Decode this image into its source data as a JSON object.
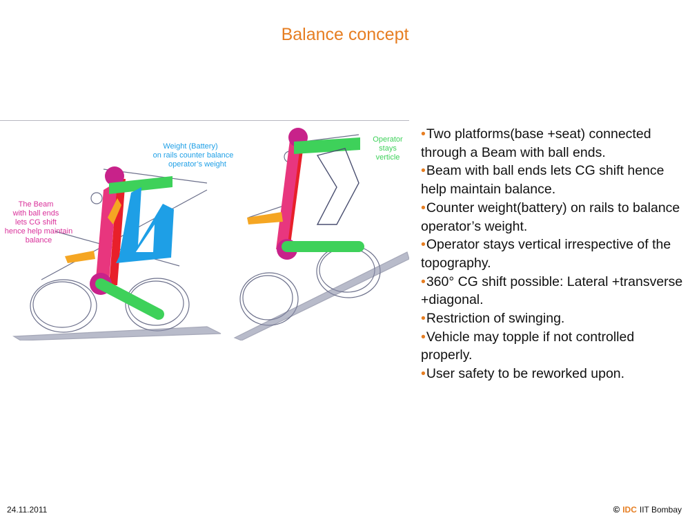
{
  "slide": {
    "title": "Balance concept",
    "bullets": [
      "Two platforms(base +seat) connected through a  Beam with ball ends.",
      "Beam with ball ends lets CG shift hence help maintain balance.",
      "Counter weight(battery) on rails to balance operator’s weight.",
      "Operator stays vertical irrespective of the  topography.",
      "360° CG shift possible: Lateral +transverse +diagonal.",
      "Restriction of swinging.",
      "Vehicle may topple if not controlled properly.",
      "User safety to be reworked upon."
    ],
    "bullet_char": "•",
    "accent_color": "#e67e22"
  },
  "sketch": {
    "label_beam": [
      "The Beam",
      "with ball ends",
      "lets CG shift",
      "hence help maintain",
      "balance"
    ],
    "label_weight": [
      "Weight (Battery)",
      "on rails counter balance",
      "operator’s weight"
    ],
    "label_operator": [
      "Operator",
      "stays",
      "verticle"
    ],
    "colors": {
      "beam": "#e8367e",
      "battery": "#1e9fe6",
      "platform": "#3ed15a",
      "seat": "#f5a623",
      "frame_red": "#e8202a",
      "beam_label": "#d9309a",
      "weight_label": "#1e9fe6",
      "operator_label": "#3ed15a"
    }
  },
  "footer": {
    "date": "24.11.2011",
    "copyright": "©",
    "org_short": "IDC",
    "org_name": "IIT Bombay"
  }
}
